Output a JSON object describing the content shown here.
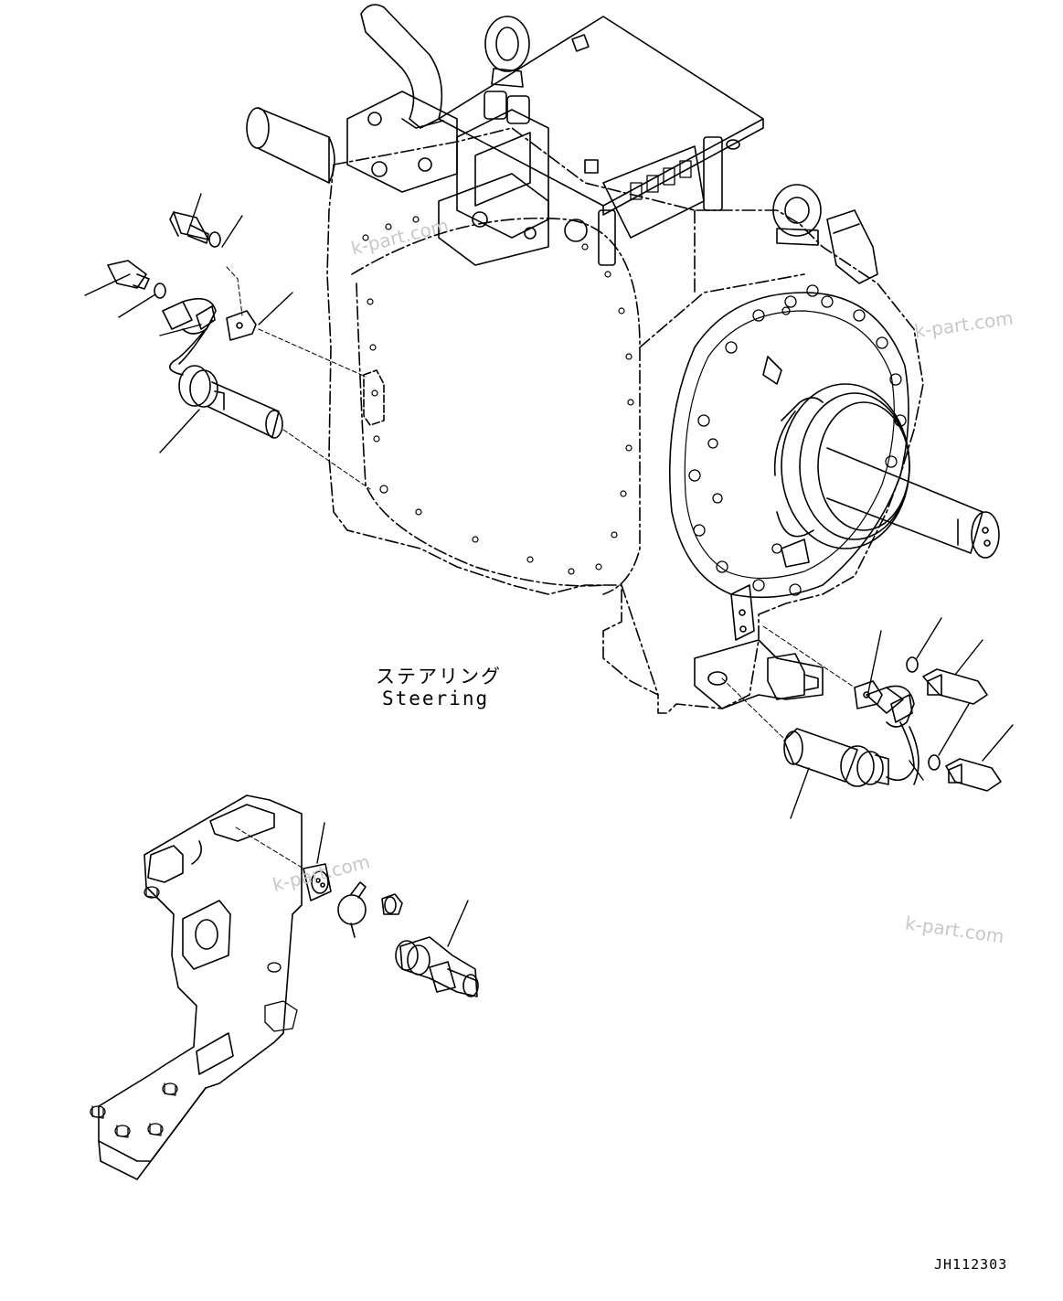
{
  "labels": {
    "section_jp": "ステアリング",
    "section_en": "Steering",
    "drawing_code": "JH112303"
  },
  "watermarks": [
    "k-part.com",
    "k-part.com",
    "k-part.com",
    "k-part.com"
  ],
  "colors": {
    "line": "#000000",
    "watermark": "#c8c8c8",
    "background": "#ffffff"
  }
}
